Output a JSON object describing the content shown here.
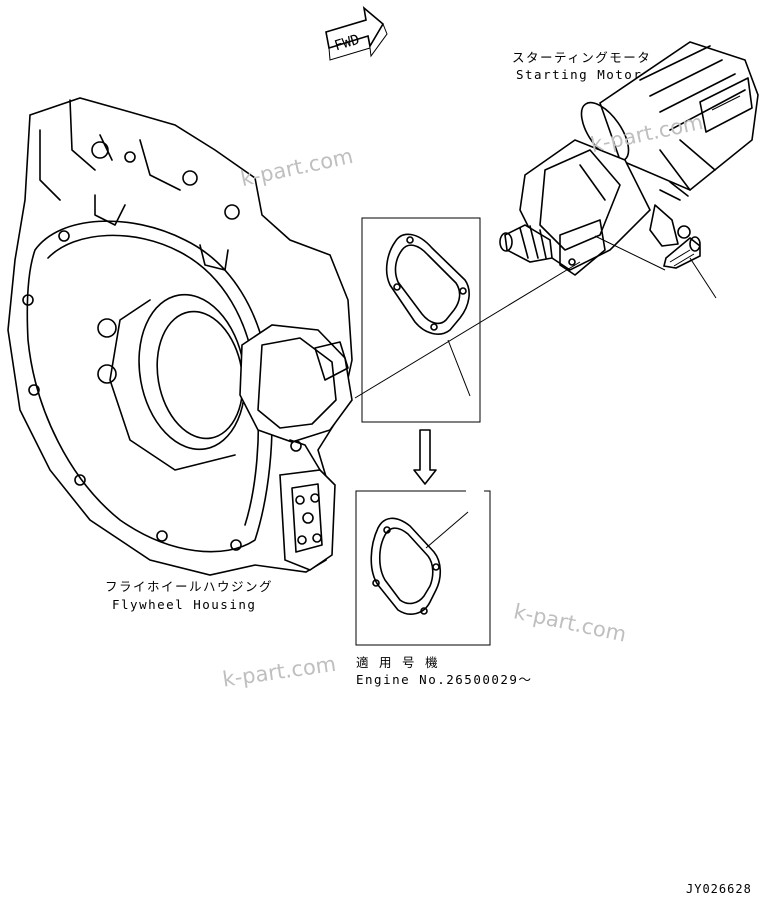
{
  "fwd_arrow": {
    "label": "FWD"
  },
  "parts": {
    "starting_motor": {
      "label_jp": "スターティングモータ",
      "label_en": "Starting Motor"
    },
    "flywheel_housing": {
      "label_jp": "フライホイールハウジング",
      "label_en": "Flywheel Housing"
    }
  },
  "applicability": {
    "label_jp": "適 用 号 機",
    "label_en": "Engine No.26500029～"
  },
  "watermarks": [
    "k-part.com",
    "k-part.com",
    "k-part.com",
    "k-part.com"
  ],
  "drawing_code": "JY026628"
}
